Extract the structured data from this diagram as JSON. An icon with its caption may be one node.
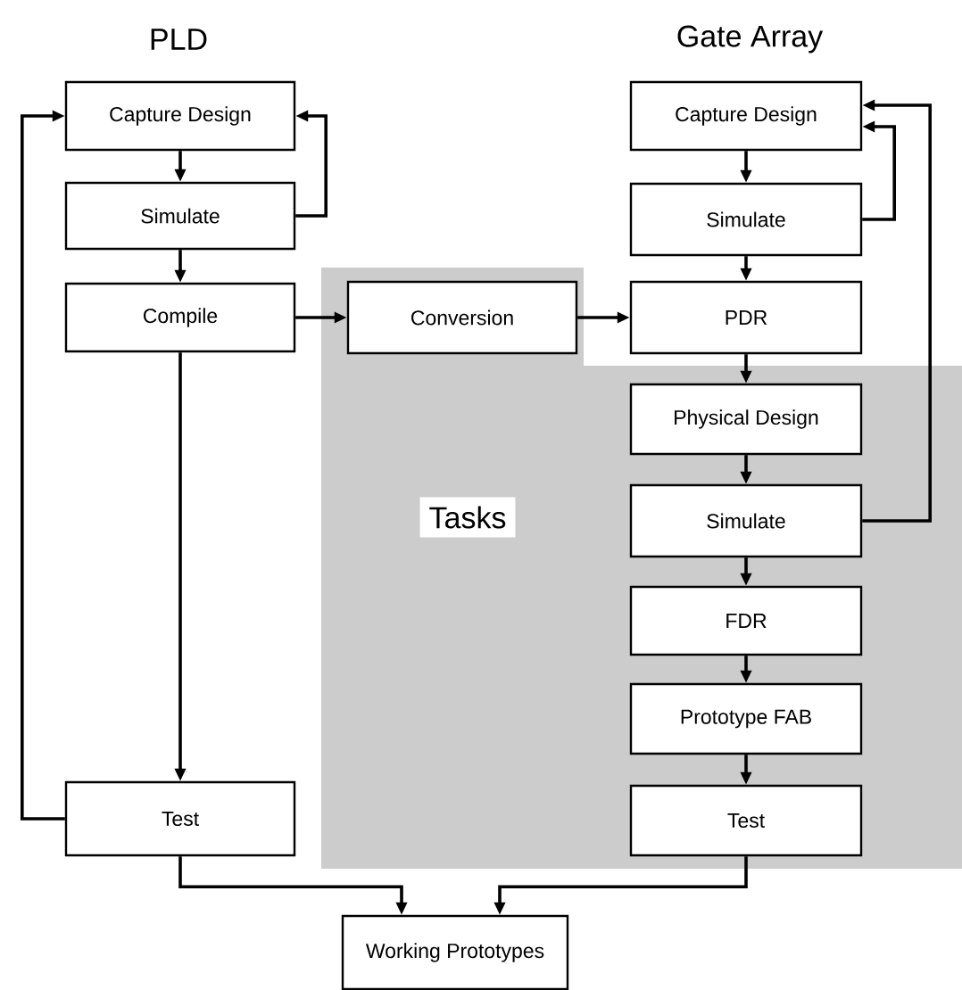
{
  "diagram": {
    "nodes": [
      {
        "text": [
          "Capture Design"
        ]
      },
      {
        "text": [
          "Simulate"
        ]
      },
      {
        "text": [
          "Compile"
        ]
      },
      {
        "text": [
          "Conversion"
        ]
      },
      {
        "text": [
          "Capture Design"
        ]
      },
      {
        "text": [
          "Simulate"
        ]
      },
      {
        "text": [
          "PDR"
        ]
      },
      {
        "text": [
          "Physical Design"
        ]
      },
      {
        "text": [
          "Simulate"
        ]
      },
      {
        "text": [
          "FDR"
        ]
      },
      {
        "text": [
          "Prototype FAB"
        ]
      },
      {
        "text": [
          "Test"
        ]
      },
      {
        "text": [
          "Test"
        ]
      },
      {
        "text": [
          "Working Prototypes"
        ]
      }
    ],
    "edges": [
      {
        "from": 0,
        "to": 1,
        "arrow": "to"
      },
      {
        "from": 1,
        "to": 0,
        "arrow": "to"
      },
      {
        "from": 1,
        "to": 2,
        "arrow": "to"
      },
      {
        "from": 2,
        "to": 3,
        "arrow": "to"
      },
      {
        "from": 3,
        "to": 6,
        "arrow": "to"
      },
      {
        "from": 2,
        "to": 12,
        "arrow": "to"
      },
      {
        "from": 12,
        "to": 0,
        "arrow": "to"
      },
      {
        "from": 4,
        "to": 5,
        "arrow": "to"
      },
      {
        "from": 5,
        "to": 4,
        "arrow": "to"
      },
      {
        "from": 5,
        "to": 6,
        "arrow": "to"
      },
      {
        "from": 6,
        "to": 7,
        "arrow": "to"
      },
      {
        "from": 7,
        "to": 8,
        "arrow": "to"
      },
      {
        "from": 8,
        "to": 4,
        "arrow": "to"
      },
      {
        "from": 8,
        "to": 9,
        "arrow": "to"
      },
      {
        "from": 9,
        "to": 10,
        "arrow": "to"
      },
      {
        "from": 10,
        "to": 11,
        "arrow": "to"
      },
      {
        "from": 12,
        "to": 13,
        "arrow": "to"
      },
      {
        "from": 11,
        "to": 13,
        "arrow": "to"
      }
    ],
    "labels": [
      "PLD",
      "Gate Array",
      "Tasks"
    ]
  }
}
